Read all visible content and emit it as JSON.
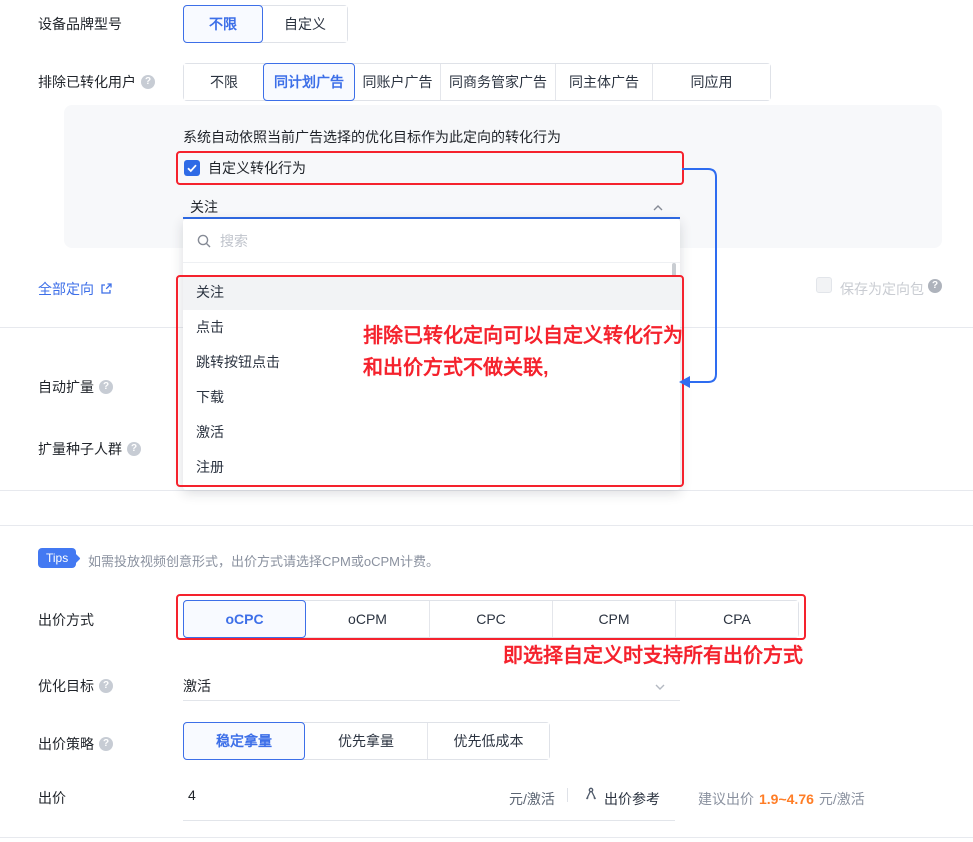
{
  "icons": {
    "question": "?"
  },
  "targeting": {
    "device": {
      "label": "设备品牌型号",
      "options": [
        "不限",
        "自定义"
      ]
    },
    "exclude": {
      "label": "排除已转化用户",
      "options": [
        "不限",
        "同计划广告",
        "同账户广告",
        "同商务管家广告",
        "同主体广告",
        "同应用"
      ]
    },
    "panel": {
      "hint": "系统自动依照当前广告选择的优化目标作为此定向的转化行为",
      "checkbox_label": "自定义转化行为",
      "selected_value": "关注",
      "search_placeholder": "搜索",
      "options": [
        "关注",
        "点击",
        "跳转按钮点击",
        "下载",
        "激活",
        "注册"
      ]
    },
    "annotation": {
      "line1": "排除已转化定向可以自定义转化行为",
      "line2": "和出价方式不做关联,"
    },
    "all_targeting": "全部定向",
    "save_package": "保存为定向包",
    "auto_expand": "自动扩量",
    "seed_audience": "扩量种子人群"
  },
  "bidding": {
    "tips": {
      "badge": "Tips",
      "text": "如需投放视频创意形式，出价方式请选择CPM或oCPM计费。"
    },
    "bid_method": {
      "label": "出价方式",
      "options": [
        "oCPC",
        "oCPM",
        "CPC",
        "CPM",
        "CPA"
      ]
    },
    "annotation": "即选择自定义时支持所有出价方式",
    "optimize_goal": {
      "label": "优化目标",
      "value": "激活"
    },
    "bid_strategy": {
      "label": "出价策略",
      "options": [
        "稳定拿量",
        "优先拿量",
        "优先低成本"
      ]
    },
    "bid": {
      "label": "出价",
      "value": "4",
      "unit": "元/激活",
      "reference": "出价参考",
      "suggest_label": "建议出价",
      "suggest_range": "1.9~4.76",
      "suggest_unit": "元/激活"
    }
  },
  "colors": {
    "accent": "#3d6fe8",
    "red": "#f5222d",
    "orange": "#ff7d26",
    "panel_bg": "#f7f8fa"
  }
}
